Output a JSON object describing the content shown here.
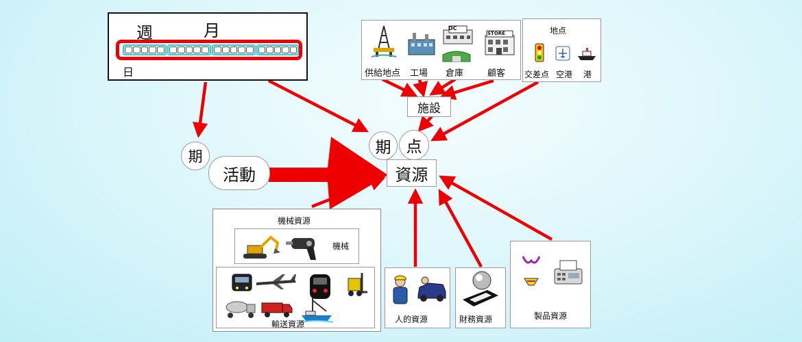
{
  "calendar": {
    "week": "週",
    "month": "月",
    "day": "日",
    "weeks": 4,
    "days_per_week": 5
  },
  "facility_group": {
    "labels": [
      "供給地点",
      "工場",
      "倉庫",
      "顧客"
    ],
    "dc_sign": "DC",
    "store_sign": "STORE"
  },
  "point_group": {
    "title": "地点",
    "labels": [
      "交差点",
      "空港",
      "港"
    ]
  },
  "facility": "施設",
  "period": "期",
  "point": "点",
  "period_left": "期",
  "activity": "活動",
  "resource": "資源",
  "machine_resource": {
    "title": "機械資源",
    "machine": "機械",
    "transport": "輸送資源"
  },
  "human_resource": "人的資源",
  "financial_resource": "財務資源",
  "product_resource": "製品資源",
  "colors": {
    "arrow": "#ee0000",
    "calendar_border": "#e00000",
    "week_cells": "#19d3e6"
  }
}
